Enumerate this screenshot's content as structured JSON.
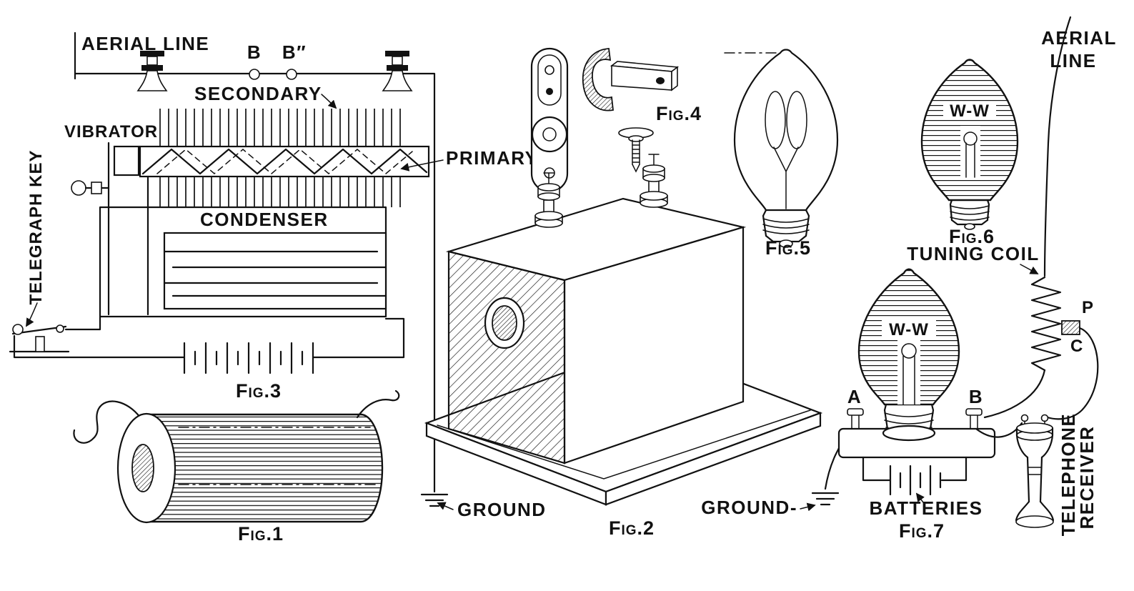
{
  "canvas": {
    "background": "#ffffff",
    "ink": "#111111"
  },
  "fig3": {
    "aerial_line": "AERIAL LINE",
    "spark_ball_left": "B",
    "spark_ball_right": "B″",
    "secondary": "SECONDARY",
    "primary": "PRIMARY",
    "vibrator": "VIBRATOR",
    "telegraph_key": "TELEGRAPH KEY",
    "condenser": "CONDENSER",
    "caption": "Fig.3"
  },
  "fig1": {
    "caption": "Fig.1"
  },
  "fig2": {
    "caption": "Fig.2",
    "ground": "GROUND"
  },
  "fig4": {
    "caption": "Fig.4"
  },
  "fig5": {
    "caption": "Fig.5"
  },
  "fig6": {
    "caption": "Fig.6",
    "water_label": "W-W"
  },
  "fig7": {
    "caption": "Fig.7",
    "water_label": "W-W",
    "post_a": "A",
    "post_b": "B",
    "ground": "GROUND-",
    "batteries": "BATTERIES"
  },
  "receiver_circuit": {
    "aerial_word1": "AERIAL",
    "aerial_word2": "LINE",
    "tuning_coil": "TUNING COIL",
    "tap_p": "P",
    "tap_c": "C",
    "telephone_word1": "TELEPHONE",
    "telephone_word2": "RECEIVER"
  }
}
